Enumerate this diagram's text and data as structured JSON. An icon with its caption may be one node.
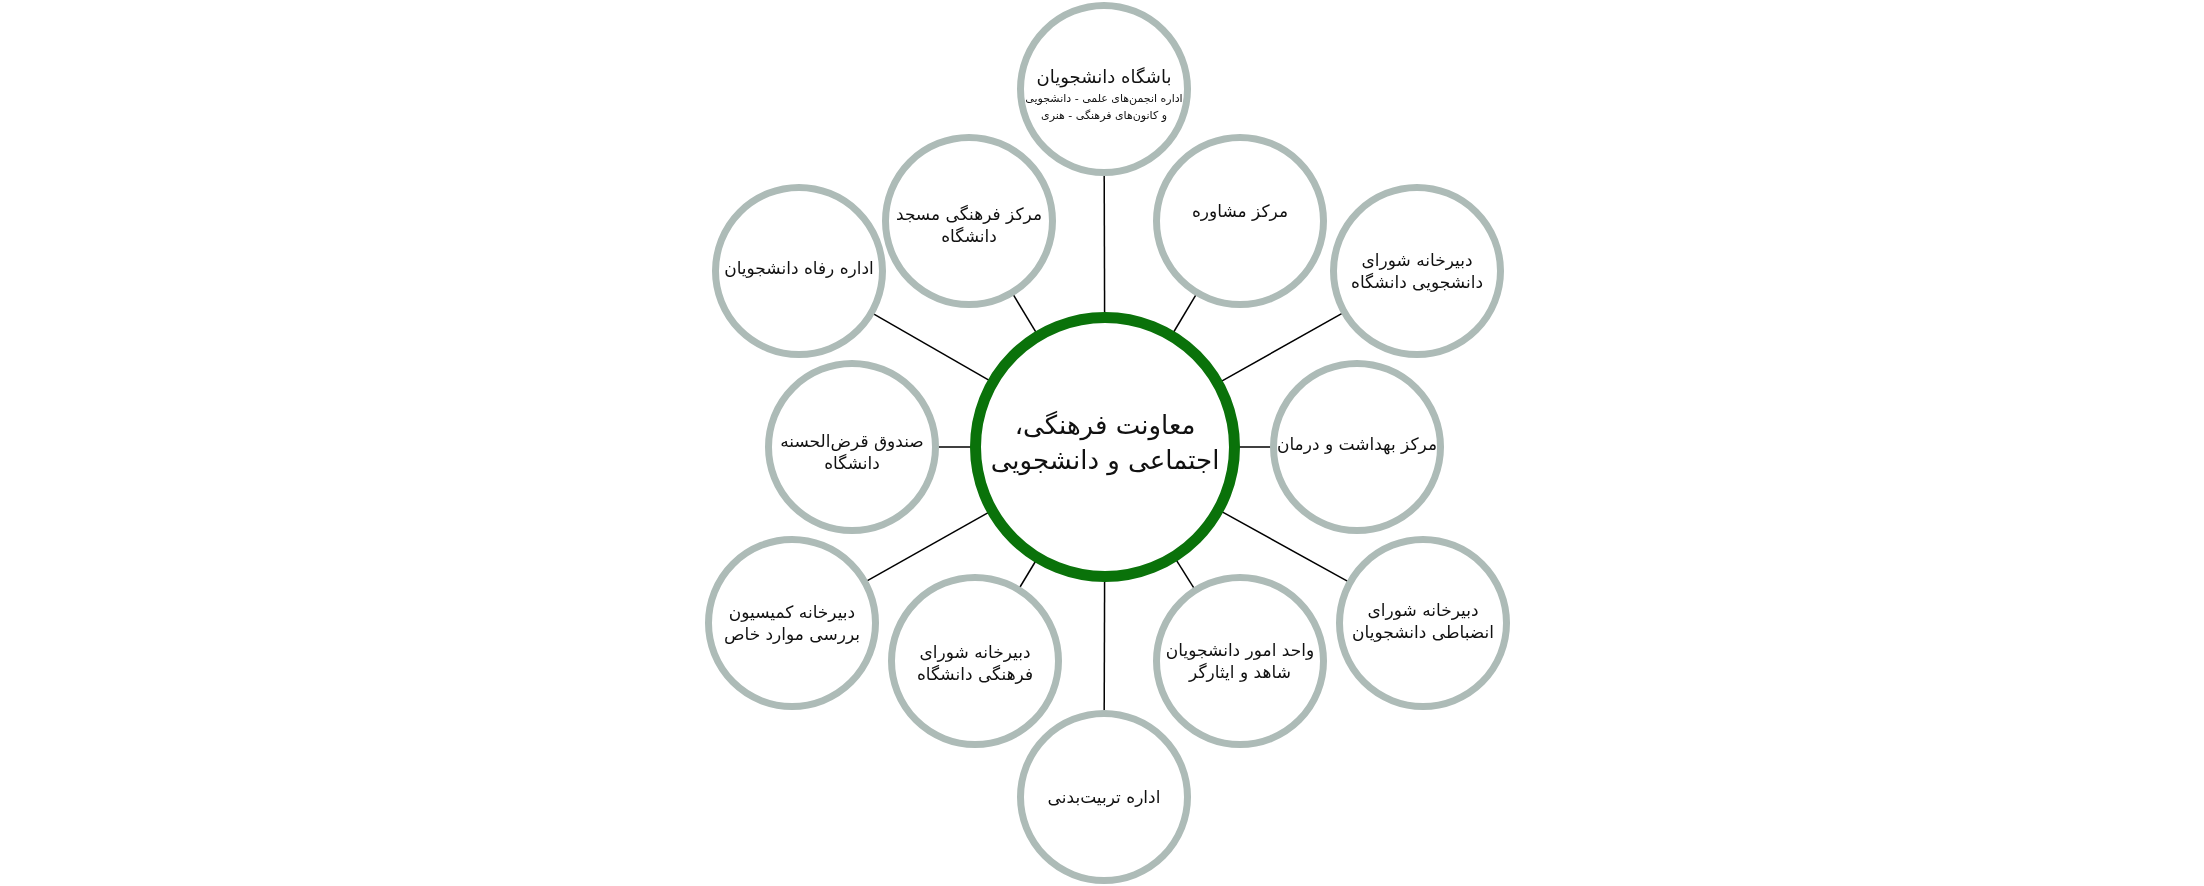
{
  "diagram": {
    "nodes": [
      {
        "text": [
          "معاونت فرهنگی، اجتماعی و دانشجویی"
        ]
      },
      {
        "text": [
          "باشگاه دانشجویان",
          "اداره انجمن‌های علمی - دانشجویی و کانون‌های فرهنگی - هنری"
        ]
      },
      {
        "text": [
          "مرکز مشاوره"
        ]
      },
      {
        "text": [
          "دبیرخانه شورای دانشجویی دانشگاه"
        ]
      },
      {
        "text": [
          "مرکز بهداشت و درمان"
        ]
      },
      {
        "text": [
          "دبیرخانه شورای انضباطی دانشجویان"
        ]
      },
      {
        "text": [
          "واحد امور دانشجویان شاهد و ایثارگر"
        ]
      },
      {
        "text": [
          "اداره تربیت‌بدنی"
        ]
      },
      {
        "text": [
          "دبیرخانه شورای فرهنگی دانشگاه"
        ]
      },
      {
        "text": [
          "دبیرخانه کمیسیون بررسی موارد خاص"
        ]
      },
      {
        "text": [
          "صندوق قرض‌الحسنه دانشگاه"
        ]
      },
      {
        "text": [
          "اداره رفاه دانشجویان"
        ]
      },
      {
        "text": [
          "مرکز فرهنگی مسجد دانشگاه"
        ]
      }
    ],
    "edges": [
      {
        "from": 0,
        "to": 1,
        "arrow": "none"
      },
      {
        "from": 0,
        "to": 2,
        "arrow": "none"
      },
      {
        "from": 0,
        "to": 3,
        "arrow": "none"
      },
      {
        "from": 0,
        "to": 4,
        "arrow": "none"
      },
      {
        "from": 0,
        "to": 5,
        "arrow": "none"
      },
      {
        "from": 0,
        "to": 6,
        "arrow": "none"
      },
      {
        "from": 0,
        "to": 7,
        "arrow": "none"
      },
      {
        "from": 0,
        "to": 8,
        "arrow": "none"
      },
      {
        "from": 0,
        "to": 9,
        "arrow": "none"
      },
      {
        "from": 0,
        "to": 10,
        "arrow": "none"
      },
      {
        "from": 0,
        "to": 11,
        "arrow": "none"
      },
      {
        "from": 0,
        "to": 12,
        "arrow": "none"
      }
    ]
  }
}
